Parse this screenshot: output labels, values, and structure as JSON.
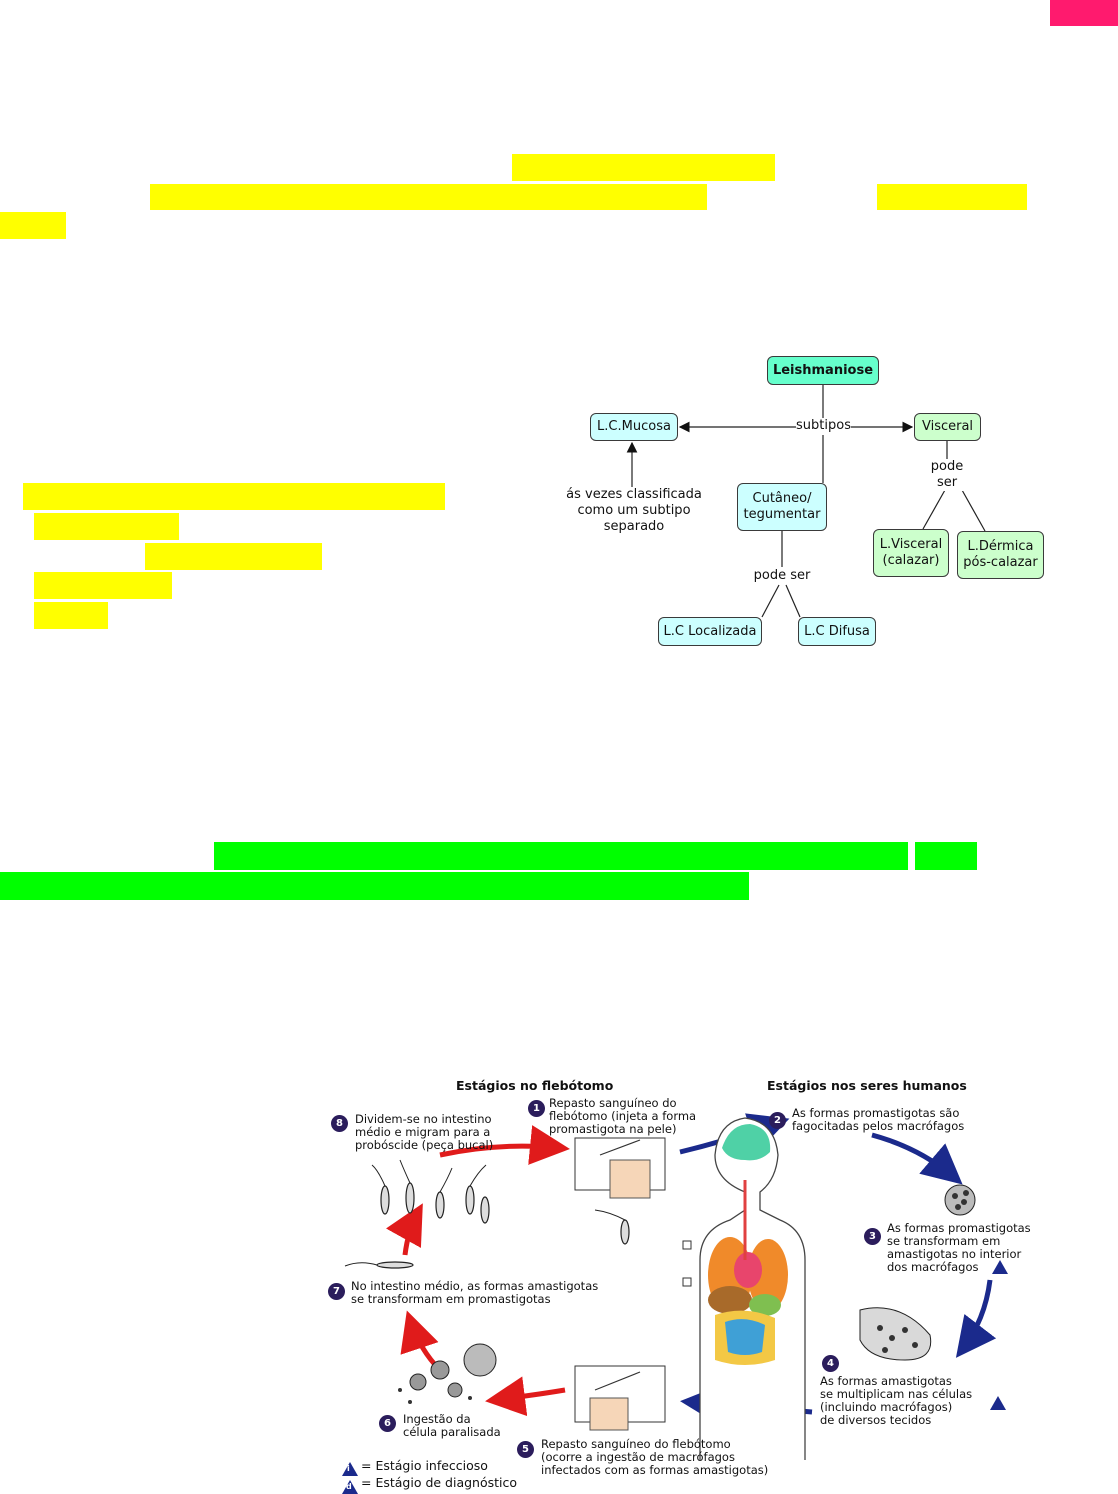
{
  "concept_map": {
    "root": "Leishmaniose",
    "edge_subtipos": "subtipos",
    "mucosa": "L.C.Mucosa",
    "visceral": "Visceral",
    "cutaneo": "Cutâneo/\ntegumentar",
    "note": "ás vezes classificada\ncomo um subtipo separado",
    "pode_ser_visceral": "pode\nser",
    "visceral_calazar": "L.Visceral\n(calazar)",
    "dermica": "L.Dérmica\npós-calazar",
    "pode_ser_cutaneo": "pode ser",
    "localizada": "L.C Localizada",
    "difusa": "L.C Difusa"
  },
  "life_cycle": {
    "header_fly": "Estágios no flebótomo",
    "header_human": "Estágios nos seres humanos",
    "steps": [
      {
        "n": "1",
        "text": "Repasto sanguíneo do\nflebótomo (injeta a forma\npromastigota na pele)"
      },
      {
        "n": "2",
        "text": "As formas promastigotas são\nfagocitadas pelos macrófagos"
      },
      {
        "n": "3",
        "text": "As formas promastigotas\nse transformam em\namastigotas no interior\ndos macrófagos"
      },
      {
        "n": "4",
        "text": "As formas amastigotas\nse multiplicam nas células\n(incluindo macrófagos)\nde diversos tecidos"
      },
      {
        "n": "5",
        "text": "Repasto sanguíneo do flebótomo\n(ocorre a ingestão de macrófagos\ninfectados com as formas amastigotas)"
      },
      {
        "n": "6",
        "text": "Ingestão da\ncélula paralisada"
      },
      {
        "n": "7",
        "text": "No intestino médio, as formas amastigotas\nse transformam em promastigotas"
      },
      {
        "n": "8",
        "text": "Dividem-se no intestino\nmédio e migram para a\nprobóscide (peça bucal)"
      }
    ],
    "legend_infective": "= Estágio infeccioso",
    "legend_diagnostic": "= Estágio de diagnóstico",
    "legend_i": "i",
    "legend_d": "d"
  },
  "colors": {
    "highlight_yellow": "#ffff00",
    "highlight_green": "#00ff00",
    "page_tab": "#ff1a6e",
    "arrow_red": "#e01b1b",
    "arrow_blue": "#1b2a8c"
  }
}
